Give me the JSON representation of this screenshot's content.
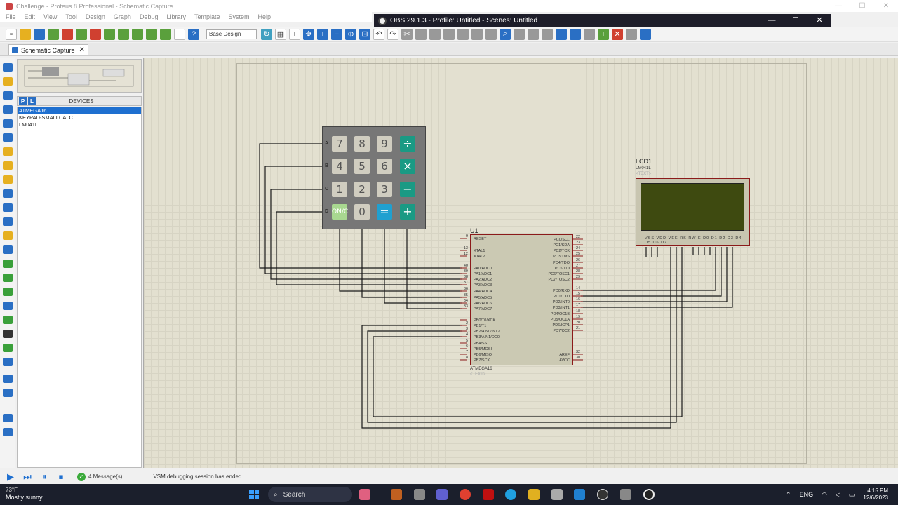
{
  "window": {
    "title": "Challenge - Proteus 8 Professional - Schematic Capture"
  },
  "menu": [
    "File",
    "Edit",
    "View",
    "Tool",
    "Design",
    "Graph",
    "Debug",
    "Library",
    "Template",
    "System",
    "Help"
  ],
  "obs": {
    "title": "OBS 29.1.3 - Profile: Untitled - Scenes: Untitled"
  },
  "toolbar": {
    "design_select": "Base Design"
  },
  "tab": {
    "label": "Schematic Capture"
  },
  "devices": {
    "header_p": "P",
    "header_l": "L",
    "title": "DEVICES",
    "items": [
      "ATMEGA16",
      "KEYPAD-SMALLCALC",
      "LM041L"
    ],
    "selected_index": 0
  },
  "keypad": {
    "row_labels": [
      "A",
      "B",
      "C",
      "D"
    ],
    "keys": [
      [
        "7",
        "8",
        "9",
        "÷"
      ],
      [
        "4",
        "5",
        "6",
        "×"
      ],
      [
        "1",
        "2",
        "3",
        "−"
      ],
      [
        "ON/C",
        "0",
        "=",
        "+"
      ]
    ]
  },
  "mcu": {
    "ref": "U1",
    "part": "ATMEGA16",
    "text": "<TEXT>",
    "left_pins": [
      {
        "num": "9",
        "name": "RESET"
      },
      {
        "num": "13",
        "name": "XTAL1"
      },
      {
        "num": "12",
        "name": "XTAL2"
      },
      {
        "num": "40",
        "name": "PA0/ADC0"
      },
      {
        "num": "39",
        "name": "PA1/ADC1"
      },
      {
        "num": "38",
        "name": "PA2/ADC2"
      },
      {
        "num": "37",
        "name": "PA3/ADC3"
      },
      {
        "num": "36",
        "name": "PA4/ADC4"
      },
      {
        "num": "35",
        "name": "PA5/ADC5"
      },
      {
        "num": "34",
        "name": "PA6/ADC6"
      },
      {
        "num": "33",
        "name": "PA7/ADC7"
      },
      {
        "num": "1",
        "name": "PB0/T0/XCK"
      },
      {
        "num": "2",
        "name": "PB1/T1"
      },
      {
        "num": "3",
        "name": "PB2/AIN0/INT2"
      },
      {
        "num": "4",
        "name": "PB3/AIN1/OC0"
      },
      {
        "num": "5",
        "name": "PB4/SS"
      },
      {
        "num": "6",
        "name": "PB5/MOSI"
      },
      {
        "num": "7",
        "name": "PB6/MISO"
      },
      {
        "num": "8",
        "name": "PB7/SCK"
      }
    ],
    "right_pins": [
      {
        "num": "22",
        "name": "PC0/SCL"
      },
      {
        "num": "23",
        "name": "PC1/SDA"
      },
      {
        "num": "24",
        "name": "PC2/TCK"
      },
      {
        "num": "25",
        "name": "PC3/TMS"
      },
      {
        "num": "26",
        "name": "PC4/TDO"
      },
      {
        "num": "27",
        "name": "PC5/TDI"
      },
      {
        "num": "28",
        "name": "PC6/TOSC1"
      },
      {
        "num": "29",
        "name": "PC7/TOSC2"
      },
      {
        "num": "14",
        "name": "PD0/RXD"
      },
      {
        "num": "15",
        "name": "PD1/TXD"
      },
      {
        "num": "16",
        "name": "PD2/INT0"
      },
      {
        "num": "17",
        "name": "PD3/INT1"
      },
      {
        "num": "18",
        "name": "PD4/OC1B"
      },
      {
        "num": "19",
        "name": "PD5/OC1A"
      },
      {
        "num": "20",
        "name": "PD6/ICP1"
      },
      {
        "num": "21",
        "name": "PD7/OC2"
      },
      {
        "num": "32",
        "name": "AREF"
      },
      {
        "num": "30",
        "name": "AVCC"
      }
    ]
  },
  "lcd": {
    "ref": "LCD1",
    "part": "LM041L",
    "text": "<TEXT>",
    "pin_labels": "VSS VDD VEE RS RW E D0 D1 D2 D3 D4 D5 D6 D7"
  },
  "status": {
    "messages": "4 Message(s)",
    "message_count": "✓",
    "text": "VSM debugging session has ended."
  },
  "taskbar": {
    "weather_temp": "73°F",
    "weather": "Mostly sunny",
    "search": "Search",
    "lang": "ENG",
    "time": "4:15 PM",
    "date": "12/6/2023"
  },
  "colors": {
    "accent": "#1e6fd0",
    "wire": "#1a1a1a",
    "component_border": "#8b1a1a",
    "lcd_screen": "#3e4a10",
    "key_op": "#1a9a84"
  }
}
